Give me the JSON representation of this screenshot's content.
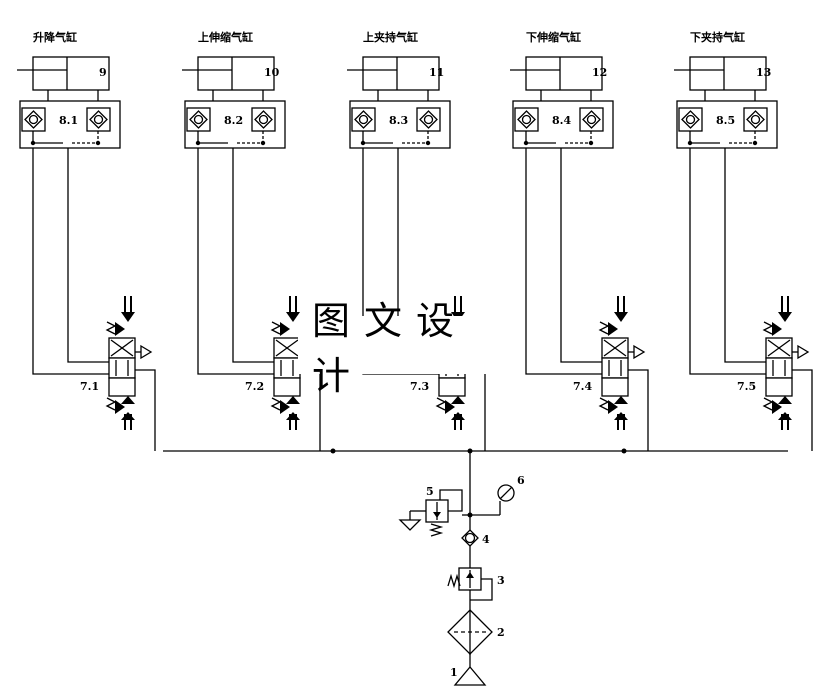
{
  "cylinders": [
    {
      "title": "升降气缸",
      "cyl_no": "9",
      "block_no": "8.1",
      "valve_no": "7.1"
    },
    {
      "title": "上伸缩气缸",
      "cyl_no": "10",
      "block_no": "8.2",
      "valve_no": "7.2"
    },
    {
      "title": "上夹持气缸",
      "cyl_no": "11",
      "block_no": "8.3",
      "valve_no": "7.3"
    },
    {
      "title": "下伸缩气缸",
      "cyl_no": "12",
      "block_no": "8.4",
      "valve_no": "7.4"
    },
    {
      "title": "下夹持气缸",
      "cyl_no": "13",
      "block_no": "8.5",
      "valve_no": "7.5"
    }
  ],
  "supply": {
    "source_no": "1",
    "filter_no": "2",
    "regulator_no": "3",
    "check_valve_no": "4",
    "relief_valve_no": "5",
    "gauge_no": "6"
  },
  "watermark": "图文设计"
}
